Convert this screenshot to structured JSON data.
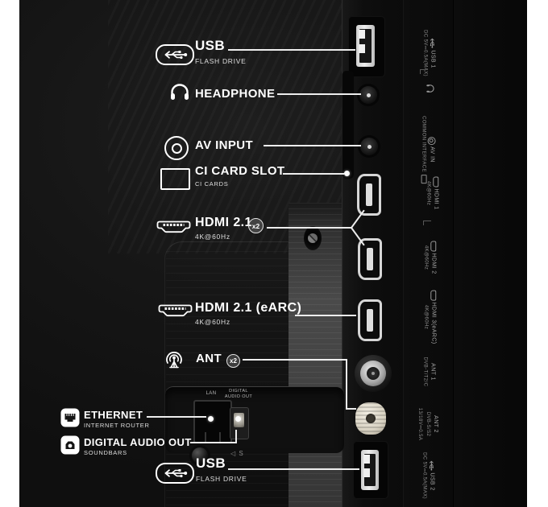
{
  "annotations": [
    {
      "id": "usb-top",
      "icon": "usb-icon",
      "label": "USB",
      "sublabel": "FLASH DRIVE"
    },
    {
      "id": "headphone",
      "icon": "headphone-icon",
      "label": "HEADPHONE"
    },
    {
      "id": "av-input",
      "icon": "av-input-icon",
      "label": "AV INPUT"
    },
    {
      "id": "ci-card-slot",
      "icon": "ci-card-icon",
      "label": "CI CARD SLOT",
      "sublabel": "CI CARDS"
    },
    {
      "id": "hdmi-2-1",
      "icon": "hdmi-icon",
      "label": "HDMI 2.1",
      "badge": "x2",
      "sublabel": "4K@60Hz"
    },
    {
      "id": "hdmi-2-1-earc",
      "icon": "hdmi-icon",
      "label": "HDMI 2.1 (eARC)",
      "sublabel": "4K@60Hz"
    },
    {
      "id": "ant",
      "icon": "antenna-icon",
      "label": "ANT",
      "badge": "x2"
    },
    {
      "id": "ethernet",
      "icon": "ethernet-icon",
      "label": "ETHERNET",
      "sublabel": "INTERNET ROUTER"
    },
    {
      "id": "digital-audio-out",
      "icon": "digital-audio-icon",
      "label": "DIGITAL AUDIO OUT",
      "sublabel": "SOUNDBARS"
    },
    {
      "id": "usb-bottom",
      "icon": "usb-icon",
      "label": "USB",
      "sublabel": "FLASH DRIVE"
    }
  ],
  "recess_panel": {
    "lan_label": "LAN",
    "optical_label_line1": "DIGITAL",
    "optical_label_line2": "AUDIO OUT",
    "side_marker_icon": "◁",
    "side_marker": "S"
  },
  "side_strip_labels": [
    {
      "id": "usb1",
      "icon": "usb-icon",
      "line1": "USB 1",
      "line2": "DC 5V⎓0.5A(MAX)"
    },
    {
      "id": "headphone",
      "icon": "headphone-icon"
    },
    {
      "id": "av-in-ci",
      "icon": "av-input-icon",
      "line1": "AV IN",
      "line2": "COMMON INTERFACE"
    },
    {
      "id": "hdmi1",
      "icon": "hdmi-icon",
      "line1": "HDMI 1",
      "line2": "4K@60Hz"
    },
    {
      "id": "hdmi2",
      "icon": "hdmi-icon",
      "line1": "HDMI 2",
      "line2": "4K@60Hz"
    },
    {
      "id": "hdmi3",
      "icon": "hdmi-icon",
      "line1": "HDMI 3(eARC)",
      "line2": "4K@60Hz"
    },
    {
      "id": "ant1",
      "line1": "ANT 1",
      "line2": "DVB-T/T2/C"
    },
    {
      "id": "ant2",
      "line1": "ANT 2",
      "line2": "DVB-S/S2",
      "line3": "13/18V⎓0.5A"
    },
    {
      "id": "usb2",
      "icon": "usb-icon",
      "line1": "USB 2",
      "line2": "DC 5V⎓0.5A(MAX)"
    }
  ],
  "colors": {
    "page_background": "#ffffff",
    "photo_background": "#121212",
    "annotation_text": "#ffffff",
    "panel_print_text": "#9b9b9b",
    "leader_line": "#ededed"
  }
}
